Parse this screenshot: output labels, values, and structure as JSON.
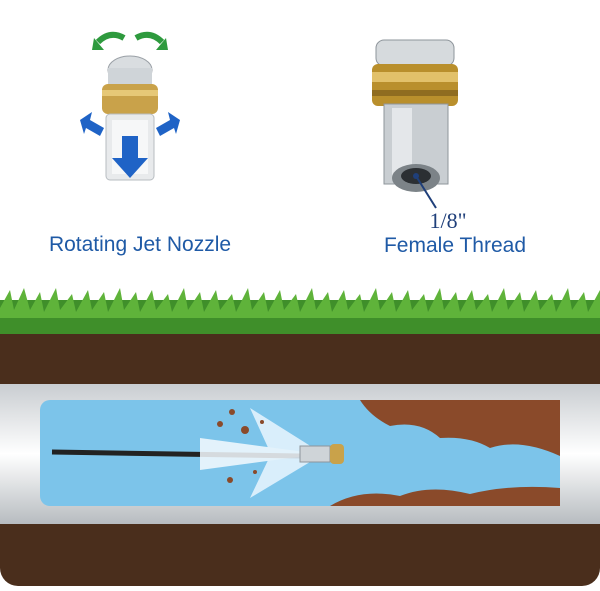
{
  "left_product": {
    "caption": "Rotating Jet Nozzle",
    "icons": [
      "rotate-arrows-icon",
      "spray-arrow-left-icon",
      "spray-arrow-down-icon",
      "spray-arrow-right-icon"
    ]
  },
  "right_product": {
    "thread_size": "1/8\"",
    "thread_type": "Female Thread"
  },
  "colors": {
    "label_blue": "#1f5aa6",
    "arrow_blue": "#1f63c6",
    "rotate_green": "#2e9a3e",
    "brass": "#c9a24a",
    "steel": "#bfc4c8",
    "soil": "#4a2e1c",
    "grass": "#3f8f2a",
    "water": "#7cc4ea",
    "clog": "#8a4a2a"
  }
}
